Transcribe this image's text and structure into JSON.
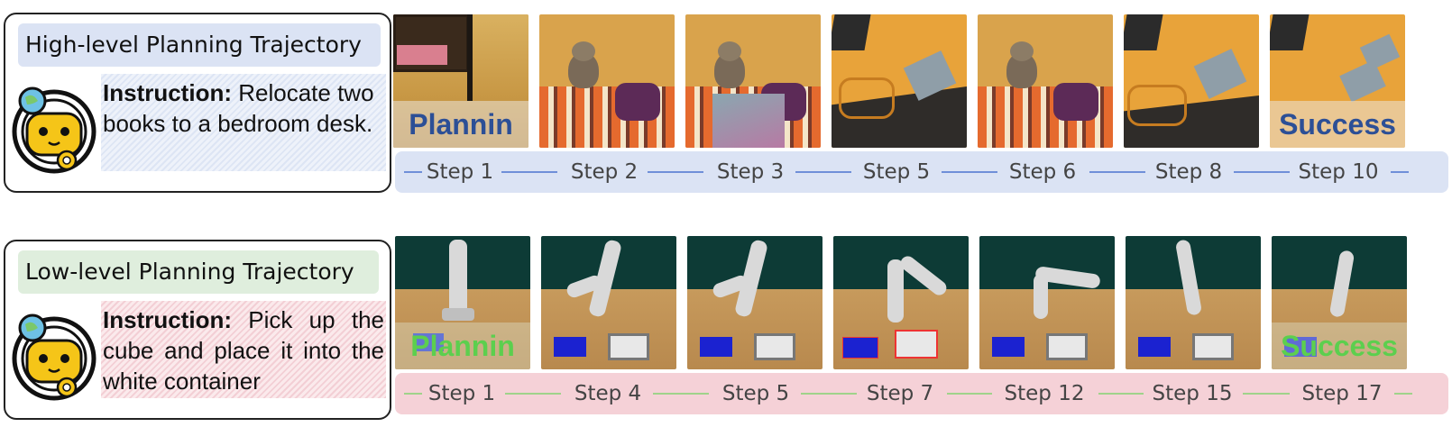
{
  "high_level": {
    "title": "High-level Planning Trajectory",
    "instruction_label": "Instruction:",
    "instruction_text": " Relocate two books to a bedroom desk.",
    "first_overlay": "Plannin",
    "last_overlay": "Success",
    "steps": [
      "Step 1",
      "Step 2",
      "Step 3",
      "Step 5",
      "Step 6",
      "Step 8",
      "Step 10"
    ]
  },
  "low_level": {
    "title": "Low-level Planning Trajectory",
    "instruction_label": "Instruction:",
    "instruction_text": " Pick up the cube and place it into the white container",
    "first_overlay": "Plannin",
    "last_overlay": "Success",
    "steps": [
      "Step 1",
      "Step 4",
      "Step 5",
      "Step 7",
      "Step 12",
      "Step 15",
      "Step 17"
    ]
  }
}
